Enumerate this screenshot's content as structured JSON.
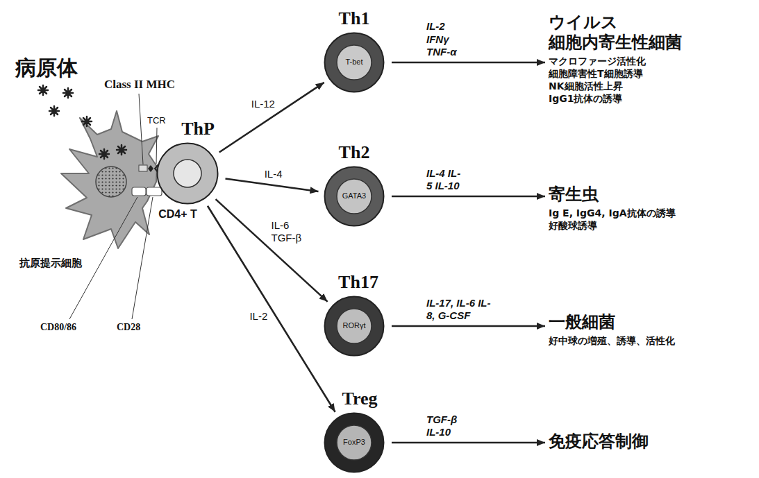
{
  "diagram": {
    "nodes": [
      {
        "text": [
          "ThP",
          "CD4+ T"
        ]
      },
      {
        "text": [
          "Th1",
          "T-bet"
        ]
      },
      {
        "text": [
          "ウイルス 細胞内寄生性細菌",
          "マクロファージ活性化 細胞障害性T細胞誘導 NK細胞活性上昇 IgG1抗体の誘導"
        ]
      },
      {
        "text": [
          "Th2",
          "GATA3"
        ]
      },
      {
        "text": [
          "寄生虫",
          "Ig E, IgG4, IgA抗体の誘導 好酸球誘導"
        ]
      },
      {
        "text": [
          "Th17",
          "RORγt"
        ]
      },
      {
        "text": [
          "一般細菌",
          "好中球の増殖、誘導、活性化"
        ]
      },
      {
        "text": [
          "Treg",
          "FoxP3"
        ]
      },
      {
        "text": [
          "免疫応答制御"
        ]
      }
    ],
    "edges": [
      {
        "from": 0,
        "to": 1,
        "arrow": "to",
        "label": "IL-12"
      },
      {
        "from": 0,
        "to": 3,
        "arrow": "to",
        "label": "IL-4"
      },
      {
        "from": 0,
        "to": 5,
        "arrow": "to",
        "label": "IL-6 TGF-β"
      },
      {
        "from": 0,
        "to": 7,
        "arrow": "to",
        "label": "IL-2"
      },
      {
        "from": 1,
        "to": 2,
        "arrow": "to",
        "label": "IL-2 IFNγ TNF-α"
      },
      {
        "from": 3,
        "to": 4,
        "arrow": "to",
        "label": "IL-4 IL-5 IL-10"
      },
      {
        "from": 5,
        "to": 6,
        "arrow": "to",
        "label": "IL-17, IL-6 IL-8, G-CSF"
      },
      {
        "from": 7,
        "to": 8,
        "arrow": "to",
        "label": "TGF-β IL-10"
      }
    ],
    "labels": [
      "病原体",
      "Class II MHC",
      "TCR",
      "抗原提示細胞",
      "CD80/86",
      "CD28"
    ]
  }
}
